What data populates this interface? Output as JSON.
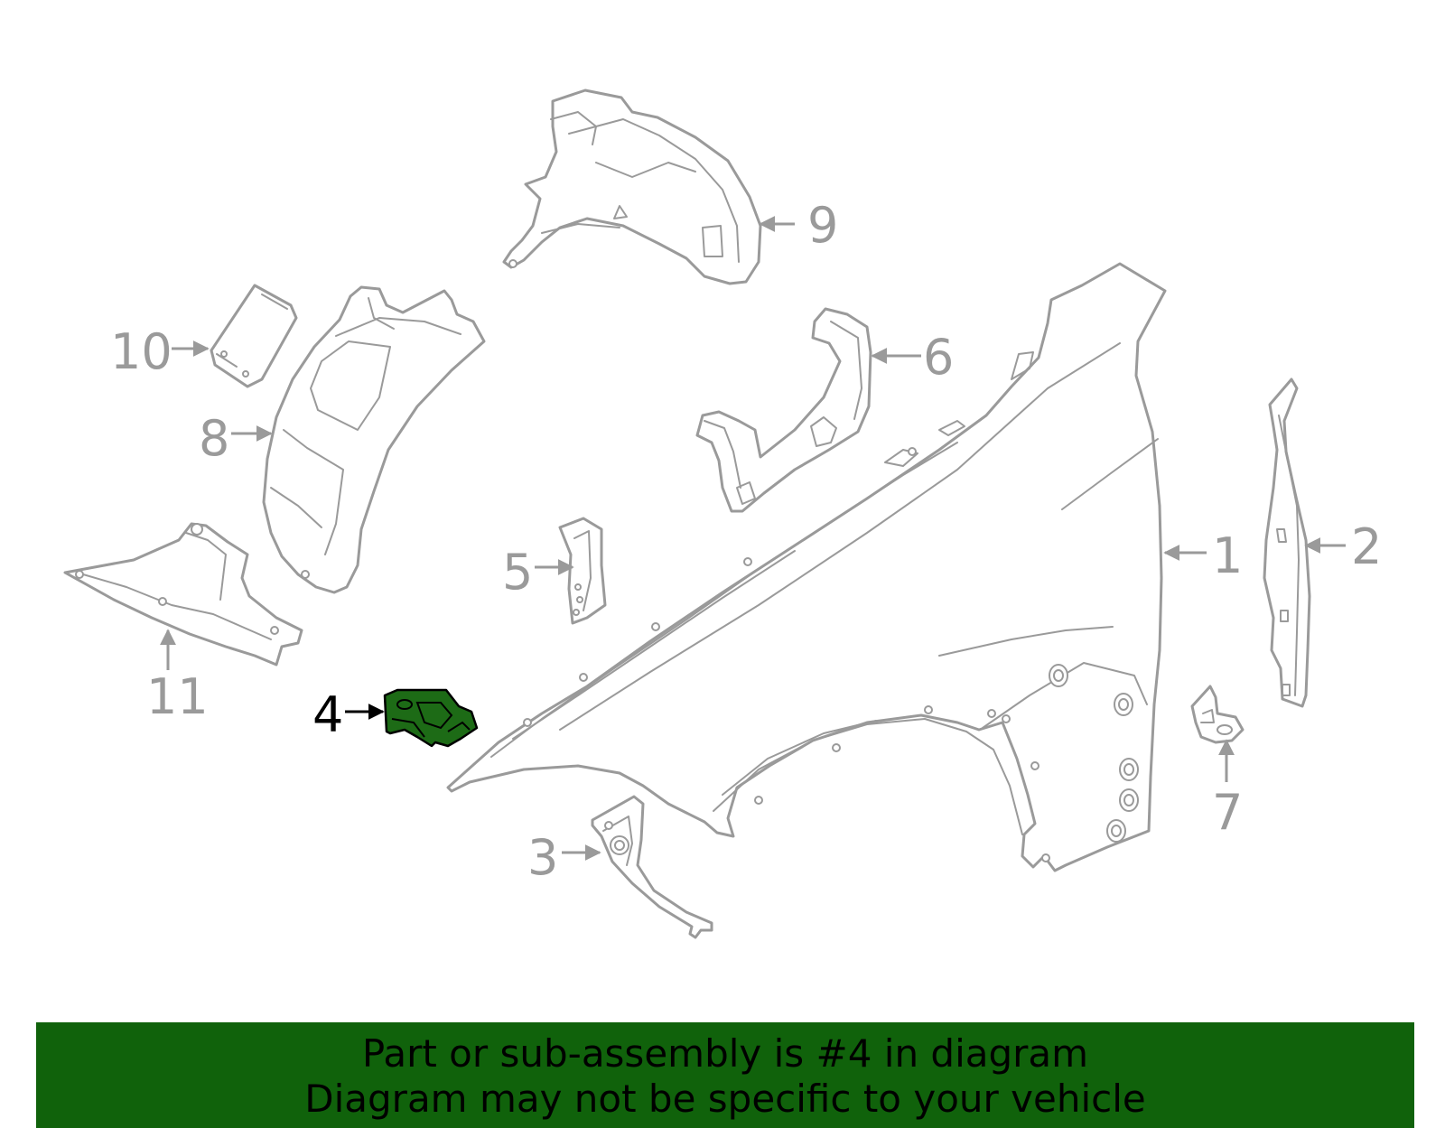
{
  "diagram": {
    "callouts": [
      {
        "number": "1",
        "part": "fender",
        "highlighted": false
      },
      {
        "number": "2",
        "part": "vertical-bracket",
        "highlighted": false
      },
      {
        "number": "3",
        "part": "lower-bracket",
        "highlighted": false
      },
      {
        "number": "4",
        "part": "mount-bracket",
        "highlighted": true
      },
      {
        "number": "5",
        "part": "small-bracket",
        "highlighted": false
      },
      {
        "number": "6",
        "part": "upper-bracket",
        "highlighted": false
      },
      {
        "number": "7",
        "part": "clip",
        "highlighted": false
      },
      {
        "number": "8",
        "part": "wheelhouse-liner",
        "highlighted": false
      },
      {
        "number": "9",
        "part": "rear-liner",
        "highlighted": false
      },
      {
        "number": "10",
        "part": "cover-plate",
        "highlighted": false
      },
      {
        "number": "11",
        "part": "splash-shield",
        "highlighted": false
      }
    ],
    "colors": {
      "line_art": "#9a9a9a",
      "highlight_fill": "#1d6b16",
      "highlight_label": "#000000",
      "banner_bg": "#10620b",
      "banner_text": "#000000"
    }
  },
  "banner": {
    "line1": "Part or sub-assembly is #4 in diagram",
    "line2": "Diagram may not be specific to your vehicle"
  }
}
